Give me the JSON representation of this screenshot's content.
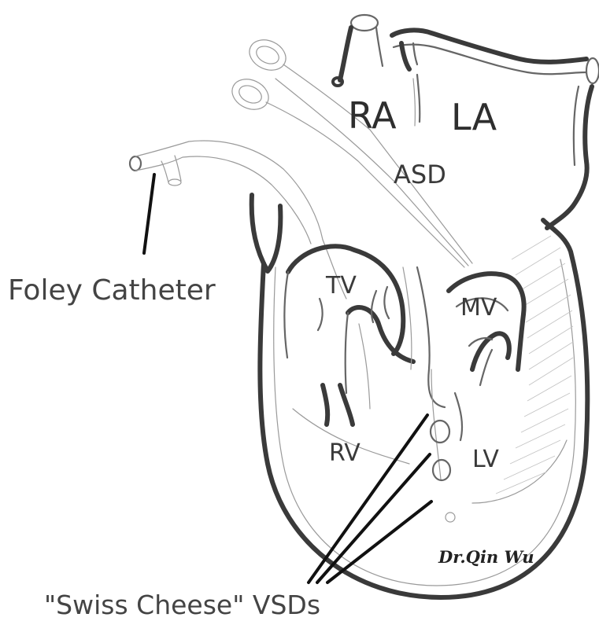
{
  "labels": {
    "ra": "RA",
    "la": "LA",
    "asd": "ASD",
    "tv": "TV",
    "mv": "MV",
    "rv": "RV",
    "lv": "LV",
    "foley": "Foley Catheter",
    "vsds": "\"Swiss Cheese\" VSDs",
    "signature": "Dr.Qin Wu"
  },
  "colors": {
    "ink": "#4a4a4a",
    "label": "#333333",
    "pointer": "#111111",
    "background": "#ffffff"
  }
}
